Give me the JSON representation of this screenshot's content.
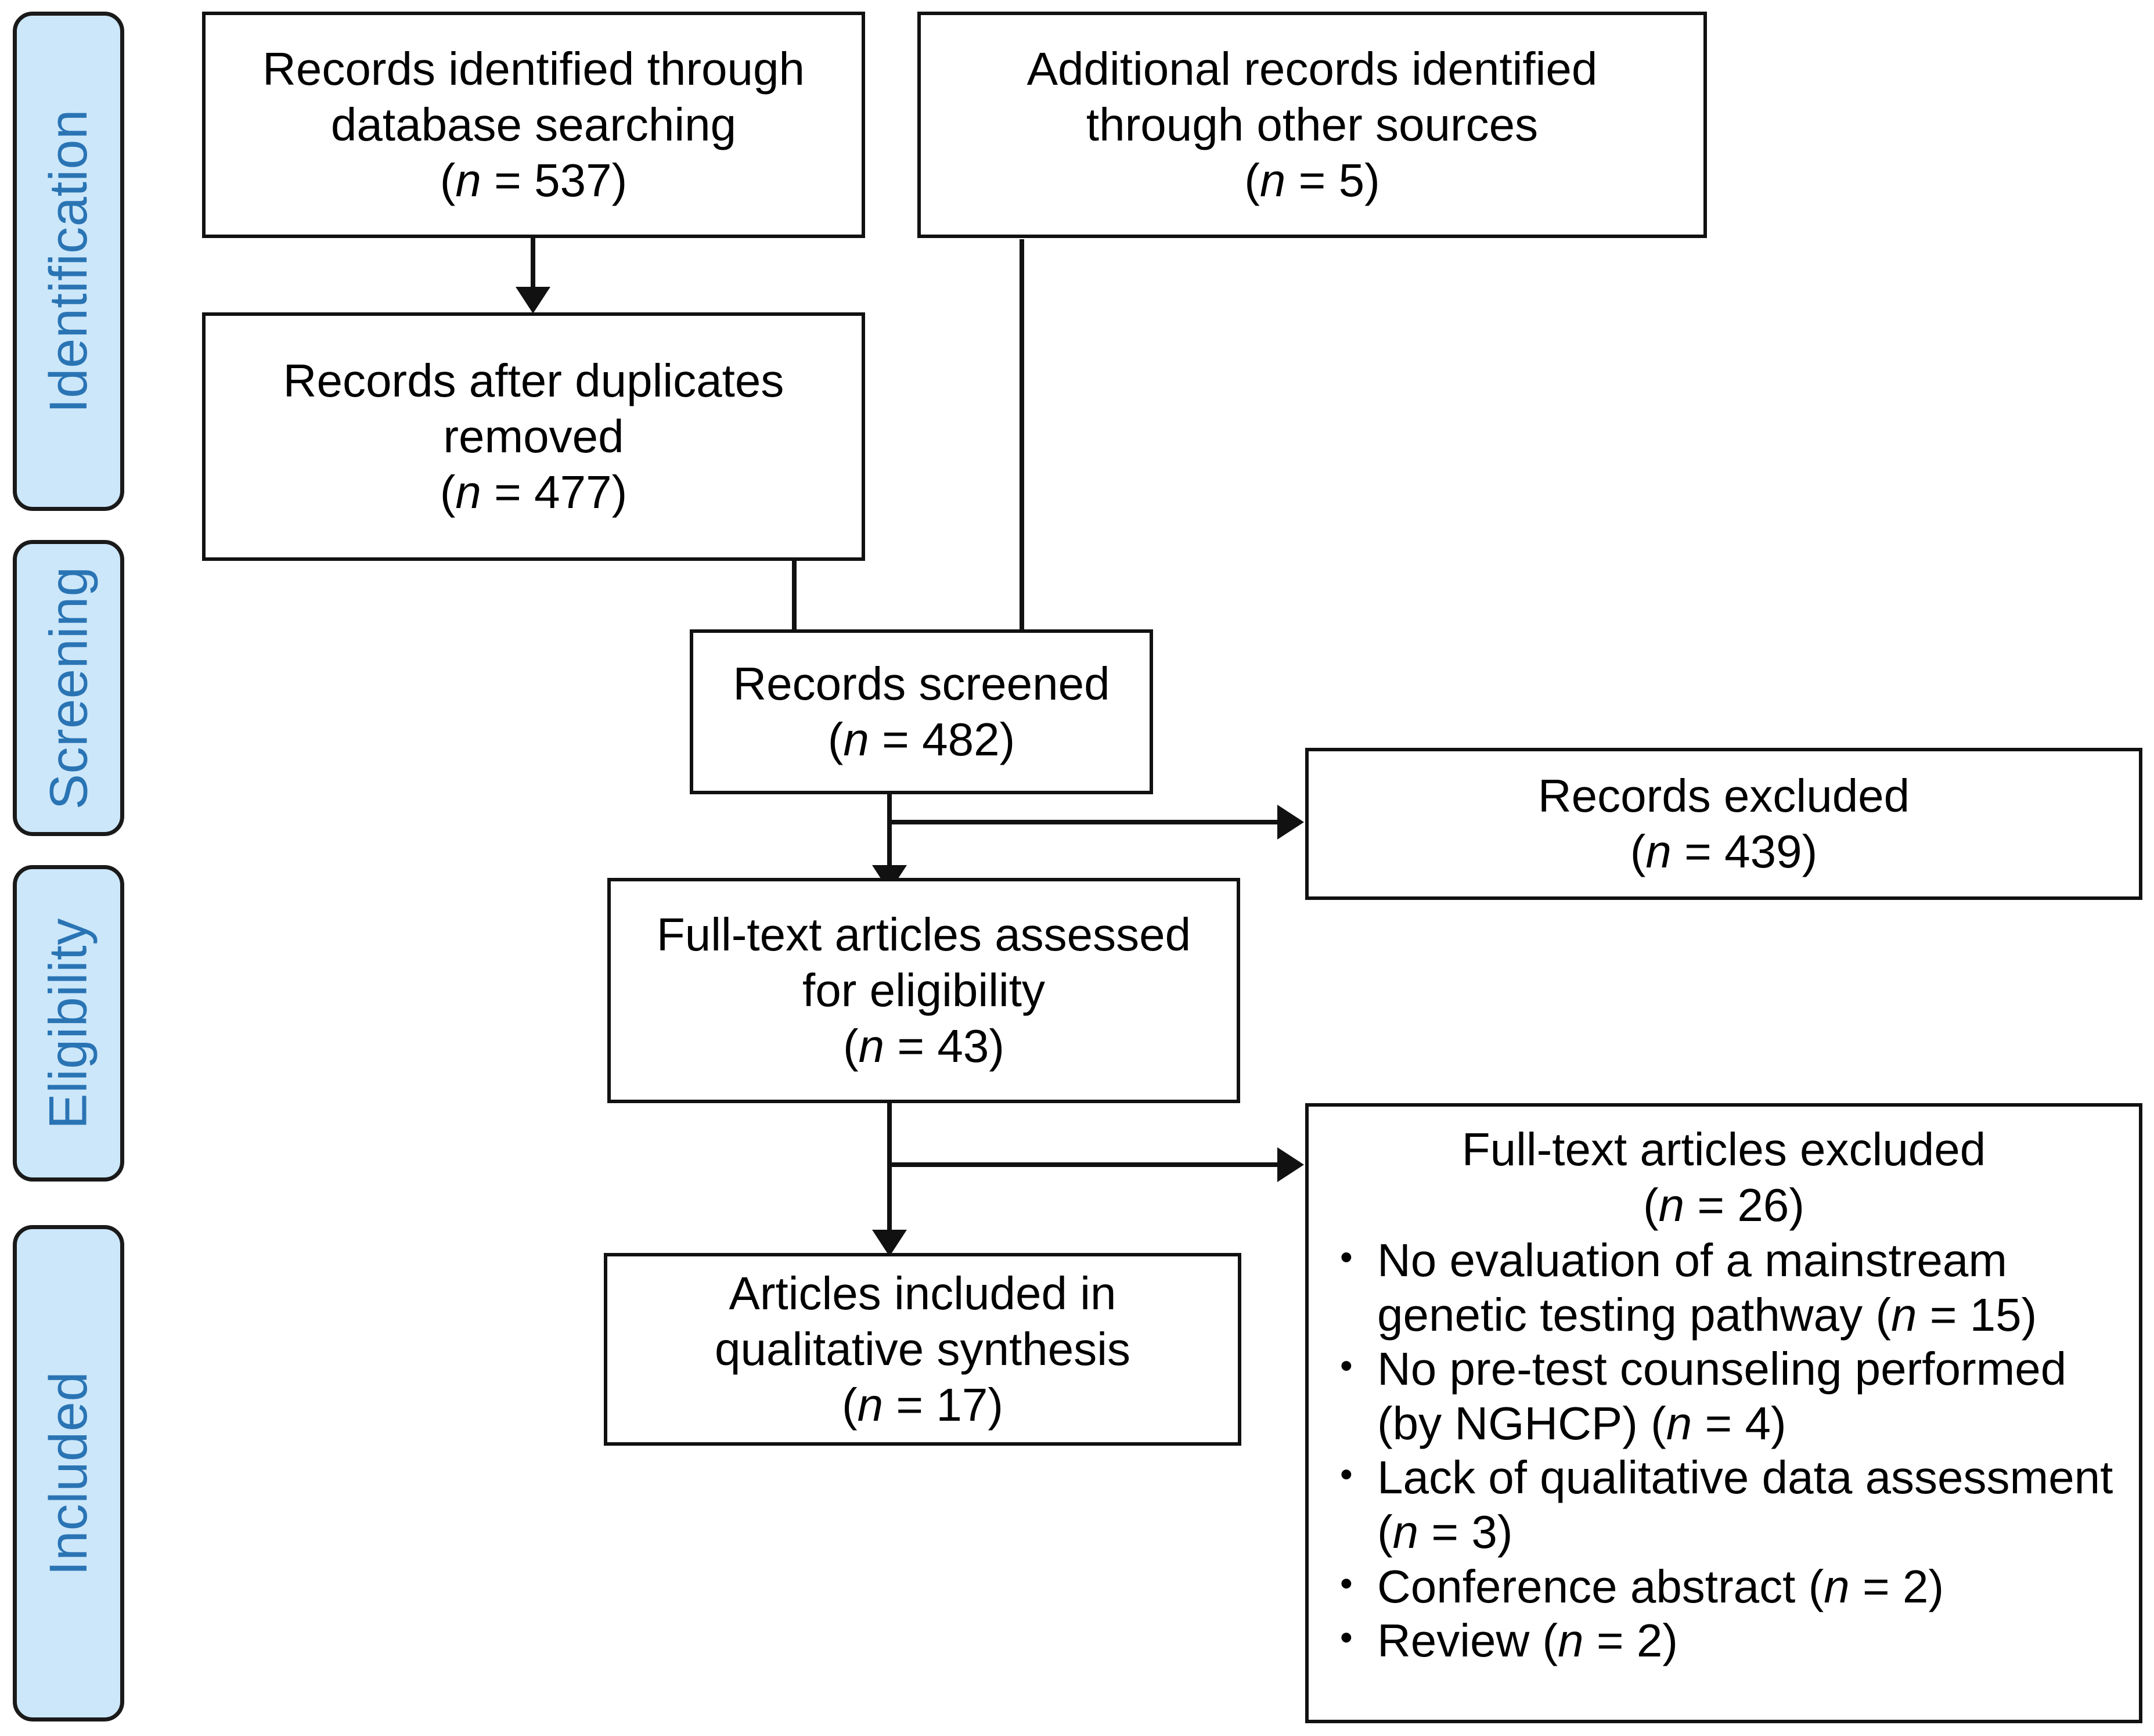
{
  "diagram": {
    "title": "PRISMA flow diagram",
    "colors": {
      "phase_fill": "#cce7fa",
      "phase_text": "#2a74b4",
      "box_border": "#111111",
      "box_fill": "#ffffff",
      "connector": "#111111"
    }
  },
  "phases": [
    {
      "label": "Identification"
    },
    {
      "label": "Screening"
    },
    {
      "label": "Eligibility"
    },
    {
      "label": "Included"
    }
  ],
  "boxes": {
    "database_searching": {
      "lines": [
        "Records identified through",
        "database searching"
      ],
      "count_prefix": "(",
      "count_italic": "n",
      "count_eq": " = ",
      "count_value": "537",
      "count_suffix": ")"
    },
    "other_sources": {
      "lines": [
        "Additional records identified",
        "through other sources"
      ],
      "count_prefix": "(",
      "count_italic": "n",
      "count_eq": " = ",
      "count_value": "5",
      "count_suffix": ")"
    },
    "duplicates_removed": {
      "lines": [
        "Records after duplicates",
        "removed"
      ],
      "count_prefix": "(",
      "count_italic": "n",
      "count_eq": " = ",
      "count_value": "477",
      "count_suffix": ")"
    },
    "records_screened": {
      "lines": [
        "Records screened"
      ],
      "count_prefix": "(",
      "count_italic": "n",
      "count_eq": " = ",
      "count_value": "482",
      "count_suffix": ")"
    },
    "records_excluded": {
      "lines": [
        "Records excluded"
      ],
      "count_prefix": "(",
      "count_italic": "n",
      "count_eq": " = ",
      "count_value": "439",
      "count_suffix": ")"
    },
    "fulltext_assessed": {
      "lines": [
        "Full-text articles assessed",
        "for eligibility"
      ],
      "count_prefix": "(",
      "count_italic": "n",
      "count_eq": " = ",
      "count_value": "43",
      "count_suffix": ")"
    },
    "articles_included": {
      "lines": [
        "Articles included in",
        "qualitative synthesis"
      ],
      "count_prefix": "(",
      "count_italic": "n",
      "count_eq": " = ",
      "count_value": "17",
      "count_suffix": ")"
    },
    "fulltext_excluded": {
      "heading": "Full-text articles excluded",
      "count_prefix": "(",
      "count_italic": "n",
      "count_eq": " = ",
      "count_value": "26",
      "count_suffix": ")",
      "reasons": [
        {
          "text_a": "No evaluation of a mainstream",
          "text_b": "genetic testing pathway (",
          "italic": "n",
          "eq": " = ",
          "value": "15",
          "close": ")"
        },
        {
          "text_a": "No pre-test counseling",
          "text_b": "performed (by NGHCP) (",
          "italic": "n",
          "eq": " = ",
          "value": "4",
          "close": ")"
        },
        {
          "text_a": "Lack of qualitative data",
          "text_b": "assessment (",
          "italic": "n",
          "eq": " = ",
          "value": "3",
          "close": ")"
        },
        {
          "text_a": "Conference abstract (",
          "text_b": "",
          "italic": "n",
          "eq": " = ",
          "value": "2",
          "close": ")"
        },
        {
          "text_a": "Review (",
          "text_b": "",
          "italic": "n",
          "eq": " = ",
          "value": "2",
          "close": ")"
        }
      ]
    }
  }
}
